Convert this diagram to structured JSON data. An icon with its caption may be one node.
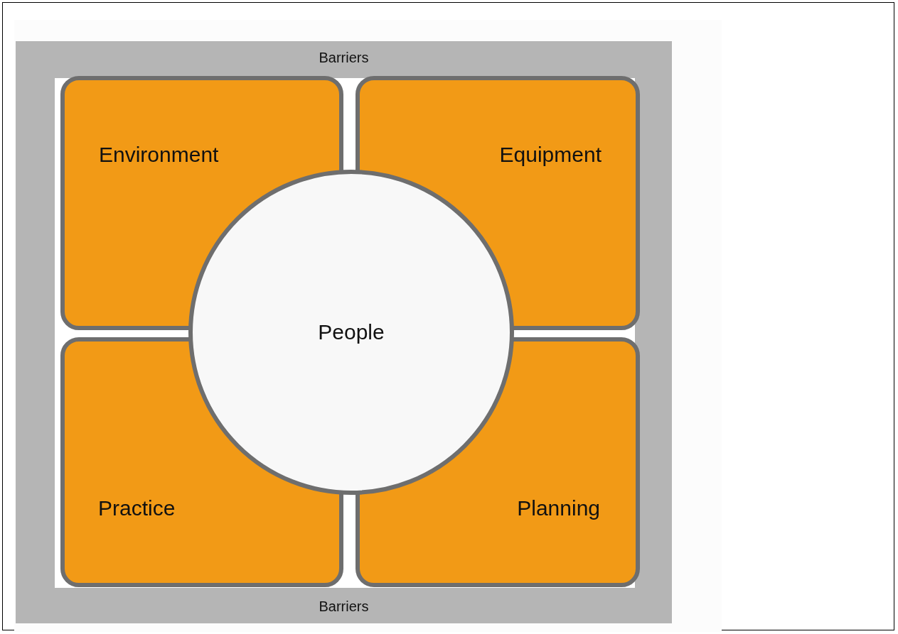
{
  "diagram": {
    "nodes": [
      {
        "text": [
          "Barriers",
          "Barriers"
        ]
      },
      {
        "text": [
          "Environment"
        ],
        "in": 0
      },
      {
        "text": [
          "Equipment"
        ],
        "in": 0
      },
      {
        "text": [
          "Practice"
        ],
        "in": 0
      },
      {
        "text": [
          "Planning"
        ],
        "in": 0
      },
      {
        "text": [
          "People"
        ],
        "in": 0
      }
    ]
  }
}
